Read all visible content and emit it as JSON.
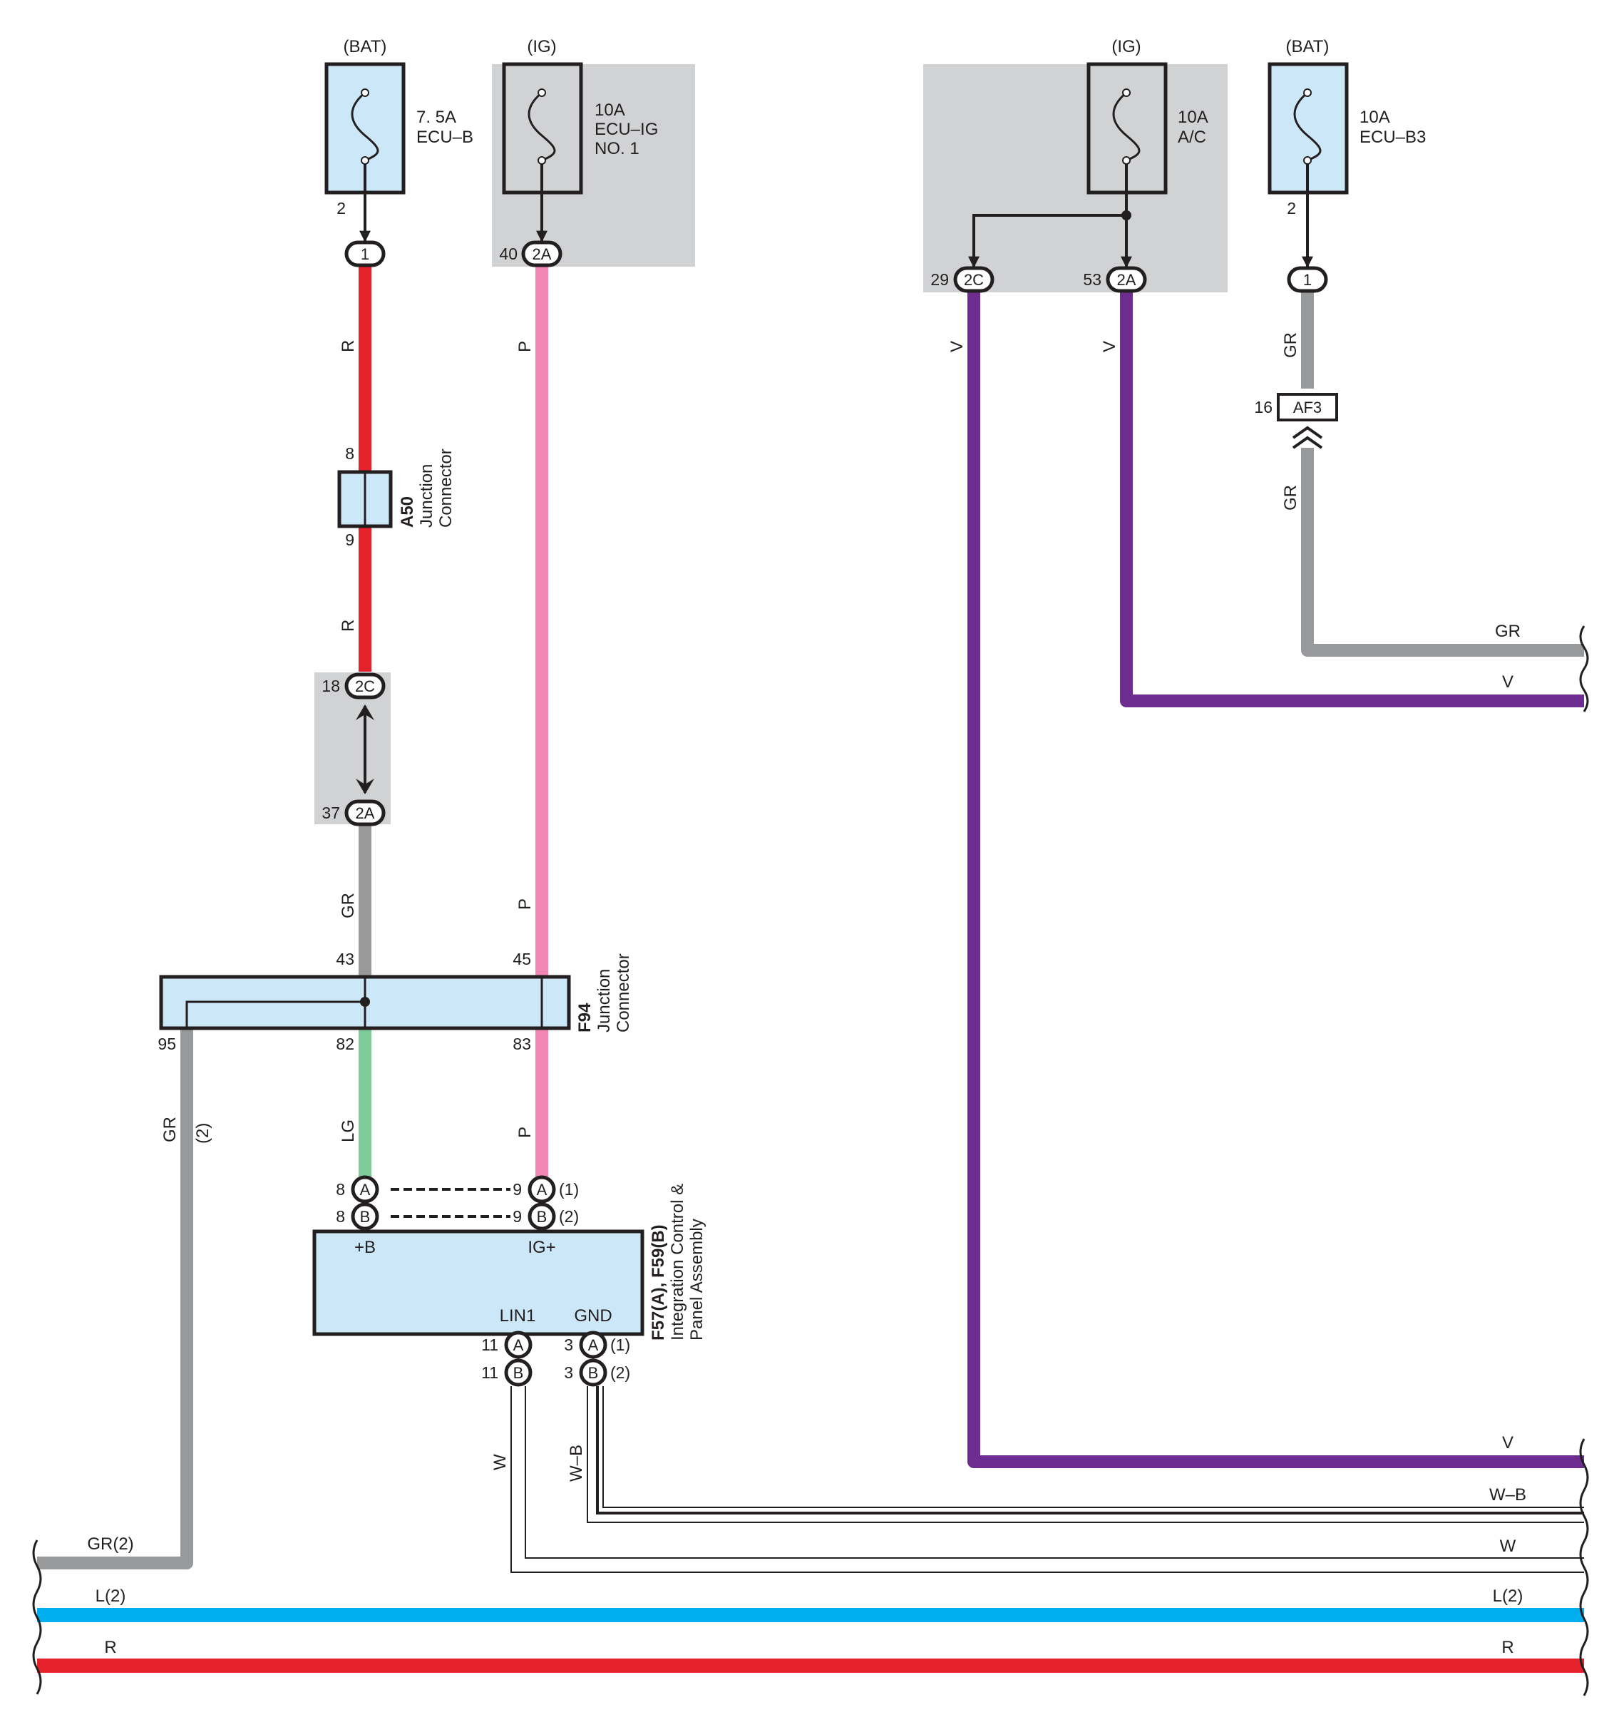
{
  "colors": {
    "R": "#e5212c",
    "P": "#f286b5",
    "GR": "#98999b",
    "LG": "#7ecb9a",
    "V": "#6d2c8f",
    "L": "#00aeef",
    "box_fill": "#cce8f8",
    "shade": "#d1d2d4",
    "ink": "#231f20"
  },
  "fuses": [
    {
      "source": "(BAT)",
      "lines": [
        "7. 5A",
        "ECU–B"
      ],
      "pin": "2",
      "connector": "1"
    },
    {
      "source": "(IG)",
      "lines": [
        "10A",
        "ECU–IG",
        "NO. 1"
      ],
      "pin": "40",
      "connector": "2A"
    },
    {
      "source": "(IG)",
      "lines": [
        "10A",
        "A/C"
      ],
      "pins": [
        "29",
        "53"
      ],
      "connectors": [
        "2C",
        "2A"
      ]
    },
    {
      "source": "(BAT)",
      "lines": [
        "10A",
        "ECU–B3"
      ],
      "pin": "2",
      "connector": "1"
    }
  ],
  "a50": {
    "code": "A50",
    "desc_lines": [
      "Junction",
      "Connector"
    ],
    "pin_top": "8",
    "pin_bottom": "9"
  },
  "inline": {
    "top_pin": "18",
    "top_conn": "2C",
    "bottom_pin": "37",
    "bottom_conn": "2A"
  },
  "af3": {
    "code": "AF3",
    "pin": "16"
  },
  "f94": {
    "code": "F94",
    "desc_lines": [
      "Junction",
      "Connector"
    ],
    "pins": {
      "in_left": "43",
      "in_right": "45",
      "out_left": "95",
      "out_mid": "82",
      "out_right": "83"
    }
  },
  "ecu": {
    "code": "F57(A), F59(B)",
    "desc_lines": [
      "Integration Control &",
      "Panel Assembly"
    ],
    "terminals": {
      "plus_b": "+B",
      "ig_plus": "IG+",
      "lin1": "LIN1",
      "gnd": "GND"
    },
    "top_pins": [
      {
        "left_pin": "8",
        "left_conn": "A",
        "right_pin": "9",
        "right_conn": "A",
        "note": "(\u00141)"
      },
      {
        "left_pin": "8",
        "left_conn": "B",
        "right_pin": "9",
        "right_conn": "B",
        "note": "(\u00142)"
      }
    ],
    "bottom_pins": [
      {
        "left_pin": "11",
        "left_conn": "A",
        "right_pin": "3",
        "right_conn": "A",
        "note": "(\u00141)"
      },
      {
        "left_pin": "11",
        "left_conn": "B",
        "right_pin": "3",
        "right_conn": "B",
        "note": "(\u00142)"
      }
    ]
  },
  "wire_labels": {
    "r1": "R",
    "r2": "R",
    "p1": "P",
    "p2": "P",
    "p3": "P",
    "gr_a": "GR",
    "gr_b": "GR",
    "gr_note": "(\u00142)",
    "lg": "LG",
    "v_left": "V",
    "v_right": "V",
    "gr_r1": "GR",
    "gr_r2": "GR",
    "w": "W",
    "wb": "W–B"
  },
  "edge_labels": {
    "gr_right": "GR",
    "v_upper": "V",
    "v_lower": "V",
    "wb": "W–B",
    "w": "W",
    "gr2_left": "GR(\u00142)",
    "l2_left": "L(\u00142)",
    "l2_right": "L(\u00142)",
    "r_left": "R",
    "r_right": "R"
  }
}
